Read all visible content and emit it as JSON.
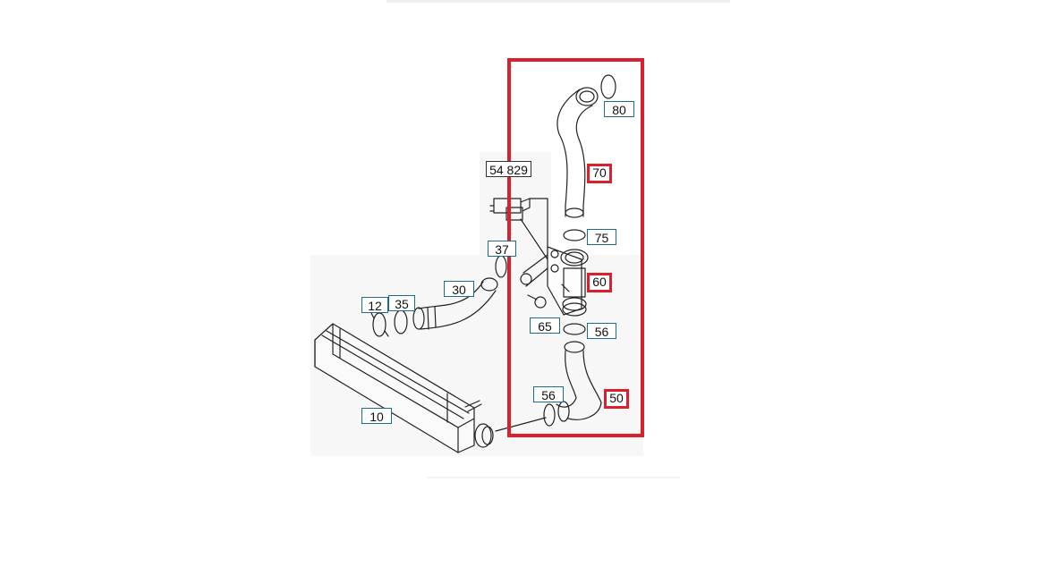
{
  "diagram": {
    "callouts": {
      "c10": "10",
      "c12": "12",
      "c35": "35",
      "c30": "30",
      "c37": "37",
      "c54": "54 829",
      "c80": "80",
      "c70": "70",
      "c75": "75",
      "c60": "60",
      "c65": "65",
      "c56a": "56",
      "c56b": "56",
      "c50": "50"
    },
    "highlighted_parts": [
      "70",
      "60",
      "50"
    ],
    "colors": {
      "highlight": "#d9202c",
      "callout_border": "#1e6c8c",
      "line_art": "#222222",
      "panel_bg": "#f7f7f7"
    }
  }
}
